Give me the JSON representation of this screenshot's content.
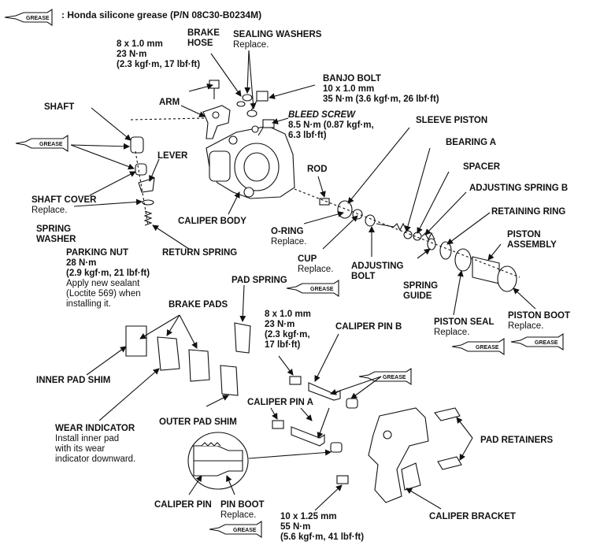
{
  "legend": {
    "grease_icon_text": "GREASE",
    "text": ": Honda silicone grease (P/N 08C30-B0234M)"
  },
  "grease_tag_text": "GREASE",
  "labels": {
    "bolt_spec_top": [
      "8 x 1.0 mm",
      "23 N·m",
      "(2.3 kgf·m, 17 lbf·ft)"
    ],
    "brake_hose": [
      "BRAKE",
      "HOSE"
    ],
    "sealing_washers": {
      "title": "SEALING WASHERS",
      "note": "Replace."
    },
    "banjo_bolt": {
      "title": "BANJO BOLT",
      "spec": [
        "10 x 1.0 mm",
        "35 N·m (3.6 kgf·m, 26 lbf·ft)"
      ]
    },
    "bleed_screw": {
      "title": "BLEED SCREW",
      "spec": [
        "8.5 N·m (0.87 kgf·m,",
        "6.3 lbf·ft)"
      ]
    },
    "arm": "ARM",
    "shaft": "SHAFT",
    "lever": "LEVER",
    "sleeve_piston": "SLEEVE PISTON",
    "bearing_a": "BEARING A",
    "spacer": "SPACER",
    "adjusting_spring_b": "ADJUSTING SPRING B",
    "retaining_ring": "RETAINING RING",
    "piston_assembly": [
      "PISTON",
      "ASSEMBLY"
    ],
    "rod": "ROD",
    "shaft_cover": {
      "title": "SHAFT COVER",
      "note": "Replace."
    },
    "caliper_body": "CALIPER BODY",
    "o_ring": {
      "title": "O-RING",
      "note": "Replace."
    },
    "spring_washer": [
      "SPRING",
      "WASHER"
    ],
    "return_spring": "RETURN SPRING",
    "parking_nut": {
      "title": "PARKING NUT",
      "spec": [
        "28 N·m",
        "(2.9 kgf·m, 21 lbf·ft)",
        "Apply new sealant",
        "(Loctite 569) when",
        "installing it."
      ]
    },
    "cup": {
      "title": "CUP",
      "note": "Replace."
    },
    "adjusting_bolt": [
      "ADJUSTING",
      "BOLT"
    ],
    "spring_guide": [
      "SPRING",
      "GUIDE"
    ],
    "pad_spring": "PAD SPRING",
    "brake_pads": "BRAKE PADS",
    "bolt_spec_mid": [
      "8 x 1.0 mm",
      "23 N·m",
      "(2.3 kgf·m,",
      "17 lbf·ft)"
    ],
    "caliper_pin_b": "CALIPER PIN B",
    "piston_seal": {
      "title": "PISTON SEAL",
      "note": "Replace."
    },
    "piston_boot": {
      "title": "PISTON BOOT",
      "note": "Replace."
    },
    "inner_pad_shim": "INNER PAD SHIM",
    "caliper_pin_a": "CALIPER PIN A",
    "wear_indicator": {
      "title": "WEAR INDICATOR",
      "note": [
        "Install inner pad",
        "with its wear",
        "indicator downward."
      ]
    },
    "outer_pad_shim": "OUTER PAD SHIM",
    "pad_retainers": "PAD RETAINERS",
    "caliper_pin": "CALIPER PIN",
    "pin_boot": {
      "title": "PIN BOOT",
      "note": "Replace."
    },
    "bolt_spec_bottom": [
      "10 x 1.25 mm",
      "55 N·m",
      "(5.6 kgf·m, 41 lbf·ft)"
    ],
    "caliper_bracket": "CALIPER BRACKET"
  }
}
